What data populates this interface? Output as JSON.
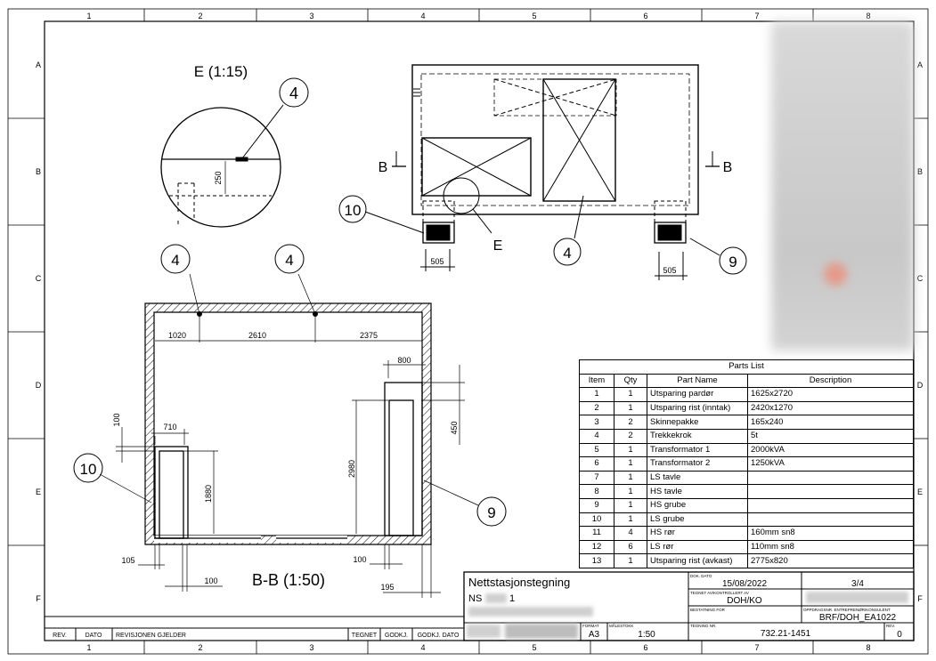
{
  "frame": {
    "columns": [
      "1",
      "2",
      "3",
      "4",
      "5",
      "6",
      "7",
      "8"
    ],
    "rows": [
      "A",
      "B",
      "C",
      "D",
      "E",
      "F"
    ]
  },
  "views": {
    "detail_title": "E (1:15)",
    "detail_dim": "250",
    "section_title": "B-B (1:50)",
    "section_marker": "B",
    "detail_marker": "E",
    "plan_dims": {
      "left": "505",
      "right": "505"
    },
    "section_dims": {
      "d1020": "1020",
      "d2610": "2610",
      "d2375": "2375",
      "d800": "800",
      "d450": "450",
      "d2980": "2980",
      "d710": "710",
      "d100v": "100",
      "d1880": "1880",
      "d105": "105",
      "d100a": "100",
      "d100b": "100",
      "d195": "195"
    },
    "balloons": {
      "b4": "4",
      "b9": "9",
      "b10": "10"
    }
  },
  "parts_list": {
    "title": "Parts List",
    "headers": [
      "Item",
      "Qty",
      "Part Name",
      "Description"
    ],
    "rows": [
      [
        "1",
        "1",
        "Utsparing pardør",
        "1625x2720"
      ],
      [
        "2",
        "1",
        "Utsparing rist (inntak)",
        "2420x1270"
      ],
      [
        "3",
        "2",
        "Skinnepakke",
        "165x240"
      ],
      [
        "4",
        "2",
        "Trekkekrok",
        "5t"
      ],
      [
        "5",
        "1",
        "Transformator 1",
        "2000kVA"
      ],
      [
        "6",
        "1",
        "Transformator 2",
        "1250kVA"
      ],
      [
        "7",
        "1",
        "LS tavle",
        ""
      ],
      [
        "8",
        "1",
        "HS tavle",
        ""
      ],
      [
        "9",
        "1",
        "HS grube",
        ""
      ],
      [
        "10",
        "1",
        "LS grube",
        ""
      ],
      [
        "11",
        "4",
        "HS rør",
        "160mm sn8"
      ],
      [
        "12",
        "6",
        "LS rør",
        "110mm sn8"
      ],
      [
        "13",
        "1",
        "Utsparing rist (avkast)",
        "2775x820"
      ]
    ]
  },
  "title_block": {
    "drawing_title": "Nettstasjonstegning",
    "ns_prefix": "NS",
    "ns_suffix": "1",
    "dok_dato_label": "DOK. DATO",
    "dok_dato": "15/08/2022",
    "sheet": "3/4",
    "tegnet_label": "TEGNET AV/KONTROLLERT AV",
    "tegnet": "DOH/KO",
    "bestatning_label": "BESTATNING FOR",
    "oppdrag_label": "OPPDRAGSNR. ENTREPRENØR/KONSULENT",
    "oppdrag": "BRF/DOH_EA1022",
    "format_label": "FORMAT",
    "format": "A3",
    "malestokk_label": "MÅLESTOKK",
    "malestokk": "1:50",
    "tegning_label": "TEGNING NR.",
    "tegning_nr": "732.21-1451",
    "rev_label": "REV.",
    "rev": "0"
  },
  "revision_block": {
    "rev": "REV.",
    "dato": "DATO",
    "revisjonen": "REVISJONEN GJELDER",
    "tegnet": "TEGNET",
    "godkj": "GODKJ.",
    "godkj_dato": "GODKJ. DATO"
  }
}
